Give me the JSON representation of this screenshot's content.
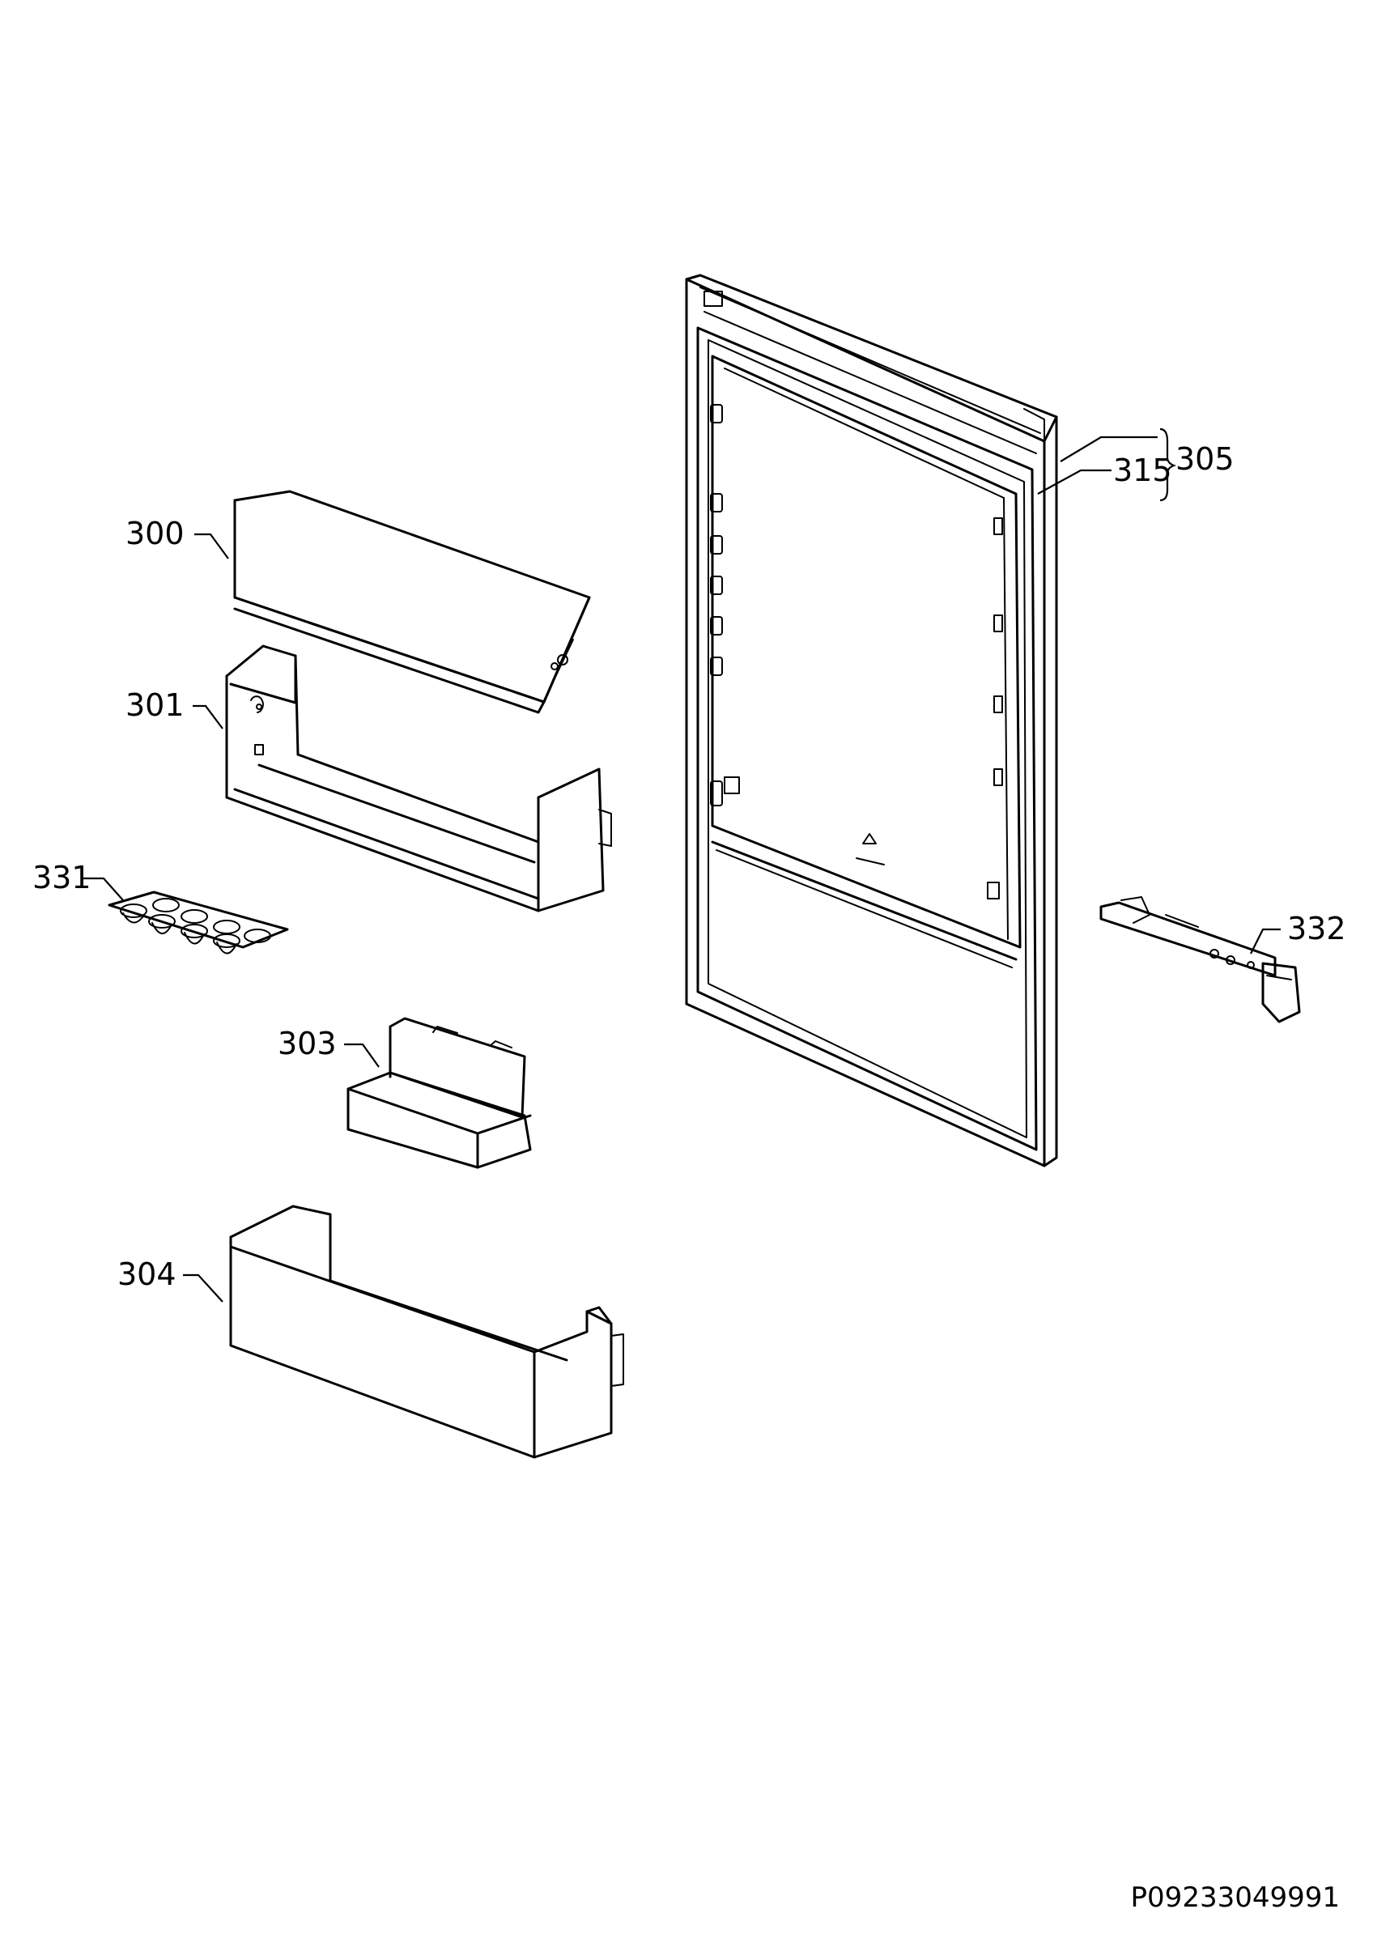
{
  "labels": {
    "p300": "300",
    "p301": "301",
    "p331": "331",
    "p303": "303",
    "p304": "304",
    "p305": "305",
    "p315": "315",
    "p332": "332"
  },
  "document_id": "P09233049991"
}
